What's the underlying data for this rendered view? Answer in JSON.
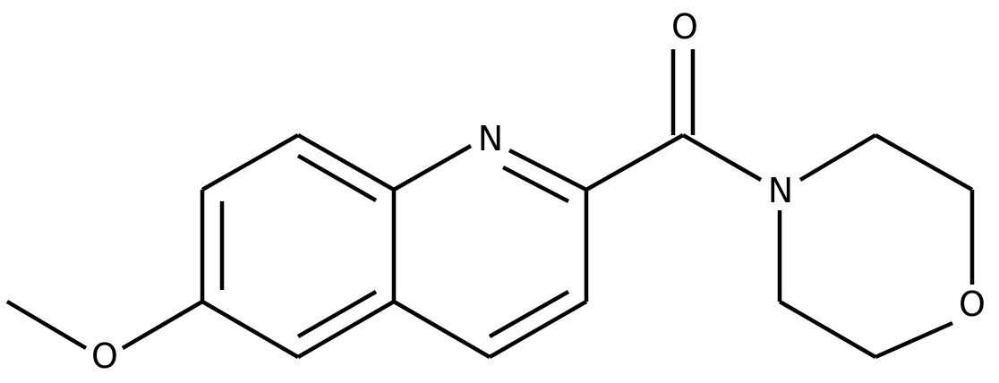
{
  "molecule": {
    "atom_labels": {
      "ring_nitrogen": "N",
      "carbonyl_oxygen": "O",
      "amide_nitrogen": "N",
      "ring_oxygen": "O",
      "ether_oxygen": "O"
    }
  },
  "colors": {
    "bond": "#000000",
    "label": "#000000",
    "background": "#ffffff"
  }
}
